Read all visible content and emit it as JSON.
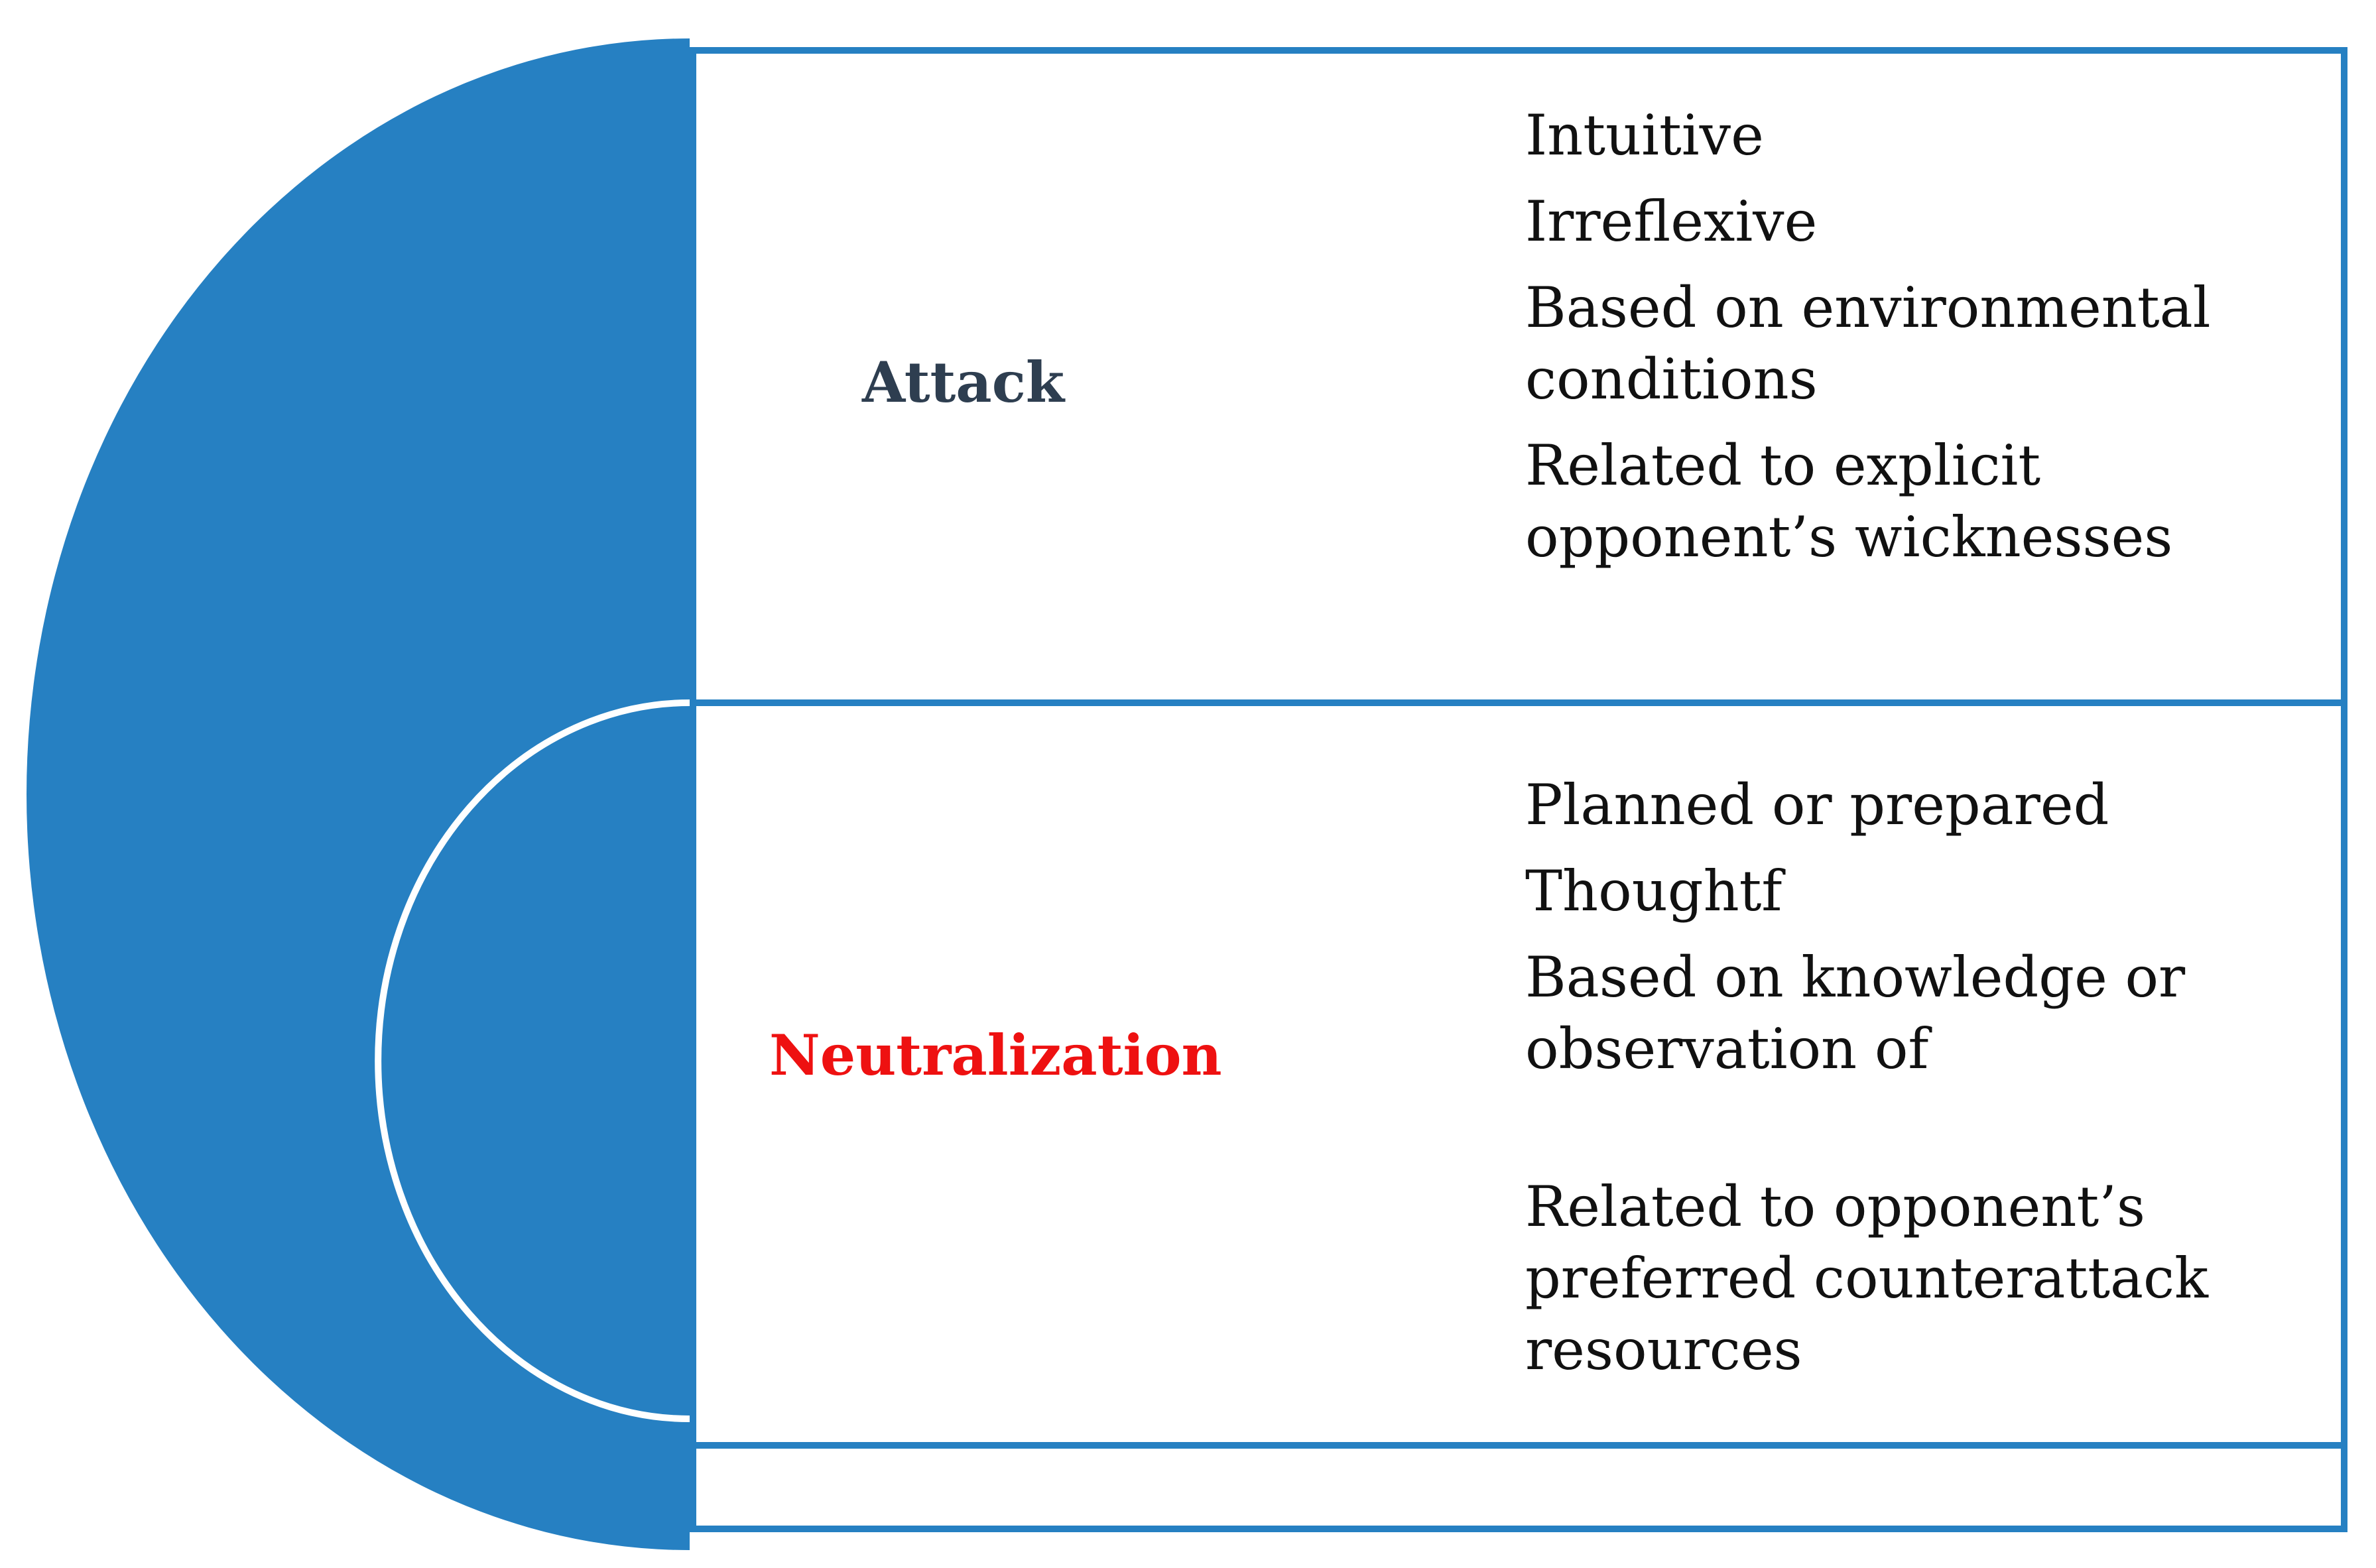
{
  "diagram": {
    "colors": {
      "fill": "#2680C2",
      "border": "#2680C2",
      "inner_ring": "#ffffff",
      "attack_label": "#2E3E50",
      "neutralization_label": "#EE1111",
      "text": "#111111"
    },
    "attack": {
      "label": "Attack",
      "items": [
        "Intuitive",
        "Irreflexive",
        "Based on environmental conditions",
        "Related to explicit opponent’s wicknesses"
      ]
    },
    "neutralization": {
      "label": "Neutralization",
      "items": [
        "Planned or prepared",
        "Thoughtf",
        "Based on knowledge or observation of",
        "Related to opponent’s preferred counterattack resources"
      ]
    }
  }
}
